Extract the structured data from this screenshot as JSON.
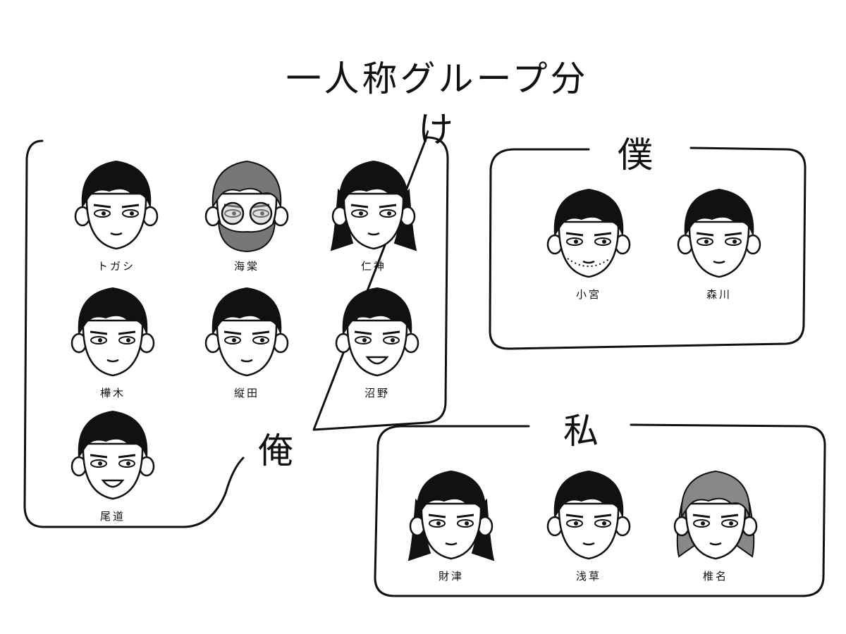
{
  "title": "一人称グループ分け",
  "groups": {
    "ore": {
      "label": "俺",
      "members": [
        {
          "name": "トガシ",
          "hair": "#111111",
          "feature": "plain"
        },
        {
          "name": "海棠",
          "hair": "#777777",
          "feature": "beard-glasses"
        },
        {
          "name": "仁神",
          "hair": "#111111",
          "feature": "long"
        },
        {
          "name": "樺木",
          "hair": "#111111",
          "feature": "plain"
        },
        {
          "name": "縦田",
          "hair": "#111111",
          "feature": "plain"
        },
        {
          "name": "沼野",
          "hair": "#111111",
          "feature": "open-mouth"
        },
        {
          "name": "尾道",
          "hair": "#111111",
          "feature": "open-mouth"
        }
      ]
    },
    "boku": {
      "label": "僕",
      "members": [
        {
          "name": "小宮",
          "hair": "#111111",
          "feature": "stubble"
        },
        {
          "name": "森川",
          "hair": "#111111",
          "feature": "plain"
        }
      ]
    },
    "watashi": {
      "label": "私",
      "members": [
        {
          "name": "財津",
          "hair": "#111111",
          "feature": "long"
        },
        {
          "name": "浅草",
          "hair": "#111111",
          "feature": "plain"
        },
        {
          "name": "椎名",
          "hair": "#888888",
          "feature": "bob"
        }
      ]
    }
  }
}
